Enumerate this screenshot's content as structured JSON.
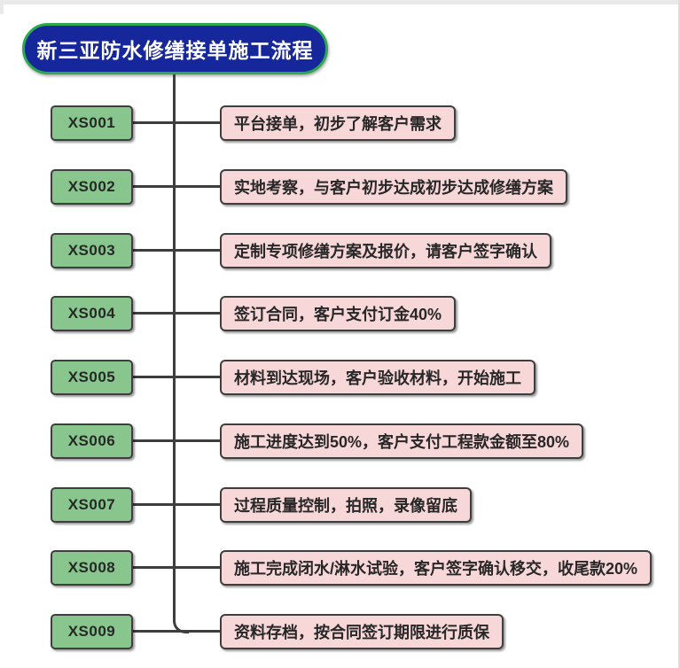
{
  "title": {
    "text": "新三亚防水修缮接单施工流程"
  },
  "theme": {
    "title_bg": "#16279C",
    "title_border": "#2CA84E",
    "title_text_color": "#FFFFFF",
    "node_bg": "#89C68D",
    "step_bg": "#F8D7D9",
    "box_border": "#3E3E3E",
    "line_color": "#3E3E3E",
    "text_color": "#272727",
    "page_bg": "#FFFFFF",
    "chrome_edge": "#E9E9E9"
  },
  "flow": {
    "steps": [
      {
        "id": "XS001",
        "label": "平台接单，初步了解客户需求"
      },
      {
        "id": "XS002",
        "label": "实地考察，与客户初步达成初步达成修缮方案"
      },
      {
        "id": "XS003",
        "label": "定制专项修缮方案及报价，请客户签字确认"
      },
      {
        "id": "XS004",
        "label": "签订合同，客户支付订金40%"
      },
      {
        "id": "XS005",
        "label": "材料到达现场，客户验收材料，开始施工"
      },
      {
        "id": "XS006",
        "label": "施工进度达到50%，客户支付工程款金额至80%"
      },
      {
        "id": "XS007",
        "label": "过程质量控制，拍照，录像留底"
      },
      {
        "id": "XS008",
        "label": "施工完成闭水/淋水试验，客户签字确认移交，收尾款20%"
      },
      {
        "id": "XS009",
        "label": "资料存档，按合同签订期限进行质保"
      }
    ]
  }
}
